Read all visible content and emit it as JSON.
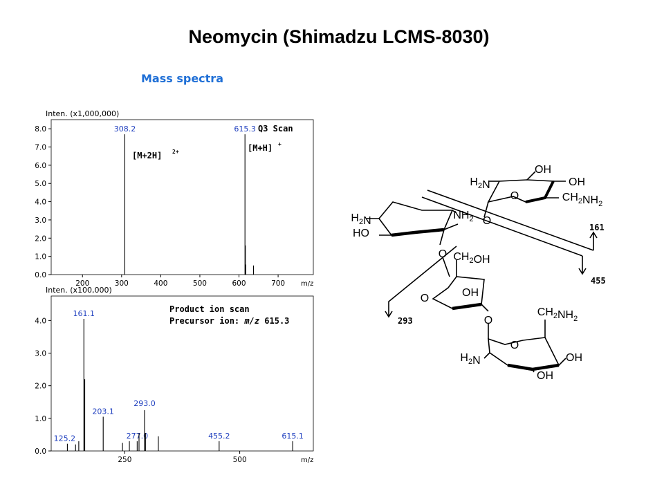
{
  "page": {
    "title": "Neomycin (Shimadzu LCMS-8030)",
    "subtitle": "Mass spectra",
    "subtitle_color": "#1f6fd6",
    "peak_label_color": "#1f3fbf"
  },
  "chart_data": [
    {
      "type": "bar",
      "ylabel": "Inten. (x1,000,000)",
      "xlabel": "m/z",
      "xlim": [
        120,
        790
      ],
      "ylim": [
        0,
        8.5
      ],
      "xticks": [
        200,
        300,
        400,
        500,
        600,
        700
      ],
      "yticks": [
        0.0,
        1.0,
        2.0,
        3.0,
        4.0,
        5.0,
        6.0,
        7.0,
        8.0
      ],
      "annotations": [
        "Q3 Scan",
        "[M+2H]",
        "2+",
        "[M+H]",
        "+"
      ],
      "peaks": [
        {
          "x": 308.2,
          "y": 7.7,
          "label": "308.2"
        },
        {
          "x": 615.3,
          "y": 7.7,
          "label": "615.3"
        },
        {
          "x": 616.3,
          "y": 1.6
        },
        {
          "x": 617.3,
          "y": 0.55
        },
        {
          "x": 637.0,
          "y": 0.5
        }
      ]
    },
    {
      "type": "bar",
      "ylabel": "Inten. (x100,000)",
      "xlabel": "m/z",
      "xlim": [
        90,
        660
      ],
      "ylim": [
        0,
        4.75
      ],
      "xticks": [
        250,
        500
      ],
      "yticks": [
        0.0,
        1.0,
        2.0,
        3.0,
        4.0
      ],
      "annotations": [
        "Product ion scan",
        "Precursor ion: ",
        "m/z",
        " 615.3"
      ],
      "peaks": [
        {
          "x": 125.2,
          "y": 0.22,
          "label": "125.2"
        },
        {
          "x": 143.0,
          "y": 0.2
        },
        {
          "x": 150.0,
          "y": 0.3
        },
        {
          "x": 161.1,
          "y": 4.05,
          "label": "161.1"
        },
        {
          "x": 163.0,
          "y": 2.2
        },
        {
          "x": 203.1,
          "y": 1.05,
          "label": "203.1"
        },
        {
          "x": 245.0,
          "y": 0.25
        },
        {
          "x": 260.0,
          "y": 0.3
        },
        {
          "x": 277.0,
          "y": 0.3,
          "label": "277.0"
        },
        {
          "x": 281.0,
          "y": 0.55
        },
        {
          "x": 293.0,
          "y": 1.25,
          "label": "293.0"
        },
        {
          "x": 295.0,
          "y": 0.55
        },
        {
          "x": 323.0,
          "y": 0.45
        },
        {
          "x": 455.2,
          "y": 0.3,
          "label": "455.2"
        },
        {
          "x": 615.1,
          "y": 0.3,
          "label": "615.1"
        }
      ]
    }
  ],
  "structure": {
    "atom_labels": [
      "OH",
      "H2N",
      "OH",
      "O",
      "CH2NH2",
      "H2N",
      "NH2",
      "HO",
      "O",
      "O",
      "CH2OH",
      "O",
      "OH",
      "O",
      "CH2NH2",
      "H2N",
      "O",
      "OH",
      "OH"
    ],
    "fragment_labels": [
      "161",
      "455",
      "293"
    ]
  }
}
